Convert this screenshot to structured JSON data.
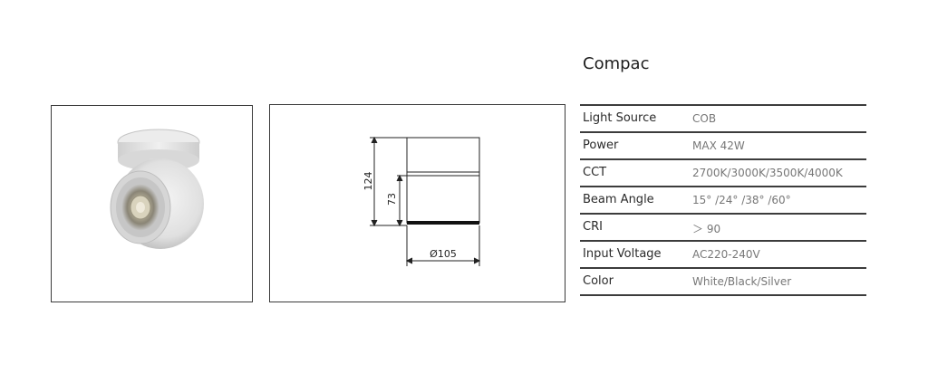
{
  "product": {
    "title": "Compac"
  },
  "drawing": {
    "total_height": "124",
    "body_height": "73",
    "diameter": "Ø105"
  },
  "specs": [
    {
      "label": "Light Source",
      "value": "COB"
    },
    {
      "label": "Power",
      "value": "MAX 42W"
    },
    {
      "label": "CCT",
      "value": "2700K/3000K/3500K/4000K"
    },
    {
      "label": "Beam Angle",
      "value": "15° /24° /38° /60°"
    },
    {
      "label": "CRI",
      "value": "＞ 90"
    },
    {
      "label": "Input Voltage",
      "value": "AC220-240V"
    },
    {
      "label": "Color",
      "value": "White/Black/Silver"
    }
  ]
}
